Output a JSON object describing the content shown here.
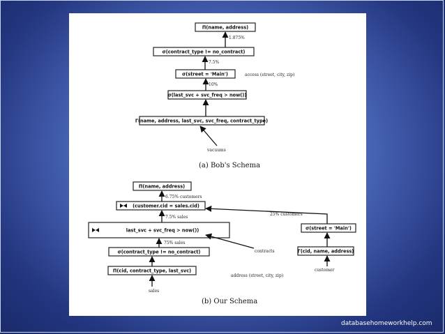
{
  "top": {
    "boxes": [
      {
        "id": "proj",
        "label": "Π(name, address)"
      },
      {
        "id": "sel_contract",
        "label": "σ(contract_type != no_contract)"
      },
      {
        "id": "sel_street",
        "label": "σ(street = 'Main')"
      },
      {
        "id": "sel_svc",
        "label": "σ(last_svc + svc_freq > now())"
      },
      {
        "id": "proj_base",
        "label": "Γ(name, address, last_svc, svc_freq, contract_type)"
      }
    ],
    "annotations": [
      "1.875%",
      "7.5%",
      "10%",
      "access (street, city, zip)"
    ],
    "source": "vacuums",
    "caption": "(a) Bob's Schema"
  },
  "bottom": {
    "boxes": [
      {
        "id": "proj",
        "label": "Π(name, address)"
      },
      {
        "id": "join",
        "label": "(customer.cid = sales.cid)"
      },
      {
        "id": "sel_svc",
        "label": "last_svc + svc_freq > now())"
      },
      {
        "id": "sel_contract",
        "label": "σ(contract_type != no_contract)"
      },
      {
        "id": "proj_sales",
        "label": "Π(cid, contract_type, last_svc)"
      },
      {
        "id": "sel_street",
        "label": "σ(street = 'Main')"
      },
      {
        "id": "proj_cust",
        "label": "Γ(cid, name, address)"
      }
    ],
    "annotations": [
      "6.75% customers",
      "7.5% sales",
      "25% customers",
      "75% sales",
      "address (street, city, zip)"
    ],
    "sources": [
      "sales",
      "contracts",
      "customer"
    ],
    "caption": "(b) Our Schema"
  },
  "footer": "databasehomeworkhelp.com"
}
